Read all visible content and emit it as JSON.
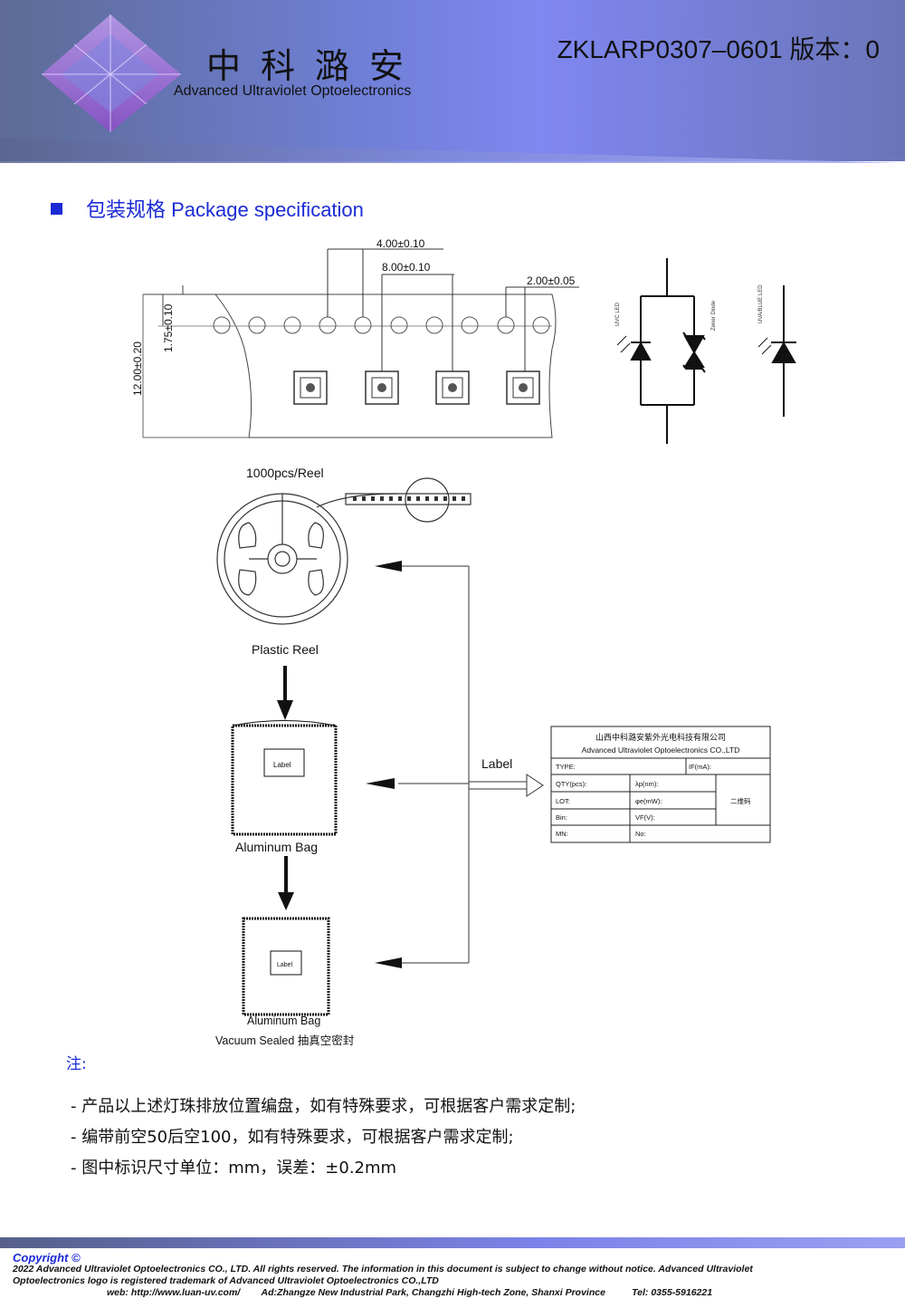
{
  "header": {
    "company_cn": "中科潞安",
    "company_en": "Advanced Ultraviolet Optoelectronics",
    "doc_id": "ZKLARP0307–0601 版本：0"
  },
  "section": {
    "title": "包装规格 Package specification"
  },
  "tape_drawing": {
    "dim_pitch_4": "4.00±0.10",
    "dim_pitch_8": "8.00±0.10",
    "dim_2": "2.00±0.05",
    "dim_width": "12.00±0.20",
    "dim_175": "1.75±0.10"
  },
  "circuit": {
    "uvc_label": "UVC LED",
    "zener_label": "Zener Diode",
    "uva_label": "UVA/BLUE LED"
  },
  "flow": {
    "reel_qty": "1000pcs/Reel",
    "plastic_reel": "Plastic Reel",
    "aluminum_bag_1": "Aluminum Bag",
    "aluminum_bag_2": "Aluminum Bag",
    "vacuum_sealed": "Vacuum Sealed 抽真空密封",
    "label_small_1": "Label",
    "label_small_2": "Label",
    "label_arrow": "Label"
  },
  "label_card": {
    "company_cn": "山西中科潞安紫外光电科技有限公司",
    "company_en": "Advanced Ultraviolet Optoelectronics CO.,LTD",
    "type": "TYPE:",
    "if": "IF(mA):",
    "qty": "QTY(pcs):",
    "lp": "λp(nm):",
    "lot": "LOT:",
    "pe": "φe(mW):",
    "qr": "二维码",
    "bin": "Bin:",
    "vf": "VF(V):",
    "mn": "MN:",
    "no": "No:"
  },
  "notes": {
    "label": "注:",
    "items": [
      "- 产品以上述灯珠排放位置编盘，如有特殊要求，可根据客户需求定制;",
      "- 编带前空50后空100，如有特殊要求，可根据客户需求定制;",
      "- 图中标识尺寸单位：mm，误差：±0.2mm"
    ]
  },
  "footer": {
    "copyright": "Copyright ©",
    "line1": "2022 Advanced Ultraviolet Optoelectronics CO., LTD. All rights reserved. The information in this document is subject to change without notice. Advanced Ultraviolet",
    "line2": "Optoelectronics logo is registered trademark of Advanced Ultraviolet Optoelectronics CO.,LTD",
    "web": "web: http://www.luan-uv.com/",
    "address": "Ad:Zhangze New Industrial Park, Changzhi High-tech Zone, Shanxi Province",
    "tel": "Tel:  0355-5916221"
  },
  "colors": {
    "accent": "#1b2bd6",
    "header": "#7f87f0",
    "logo": "#8b5cc8"
  },
  "icons": [
    "logo-diamond-icon",
    "arrow-down-icon",
    "arrow-left-icon",
    "arrow-right-icon"
  ]
}
